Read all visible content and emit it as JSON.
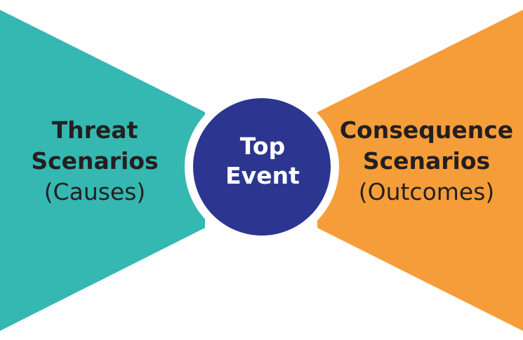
{
  "colors": {
    "threat": "#35b8b1",
    "consequence": "#f59d38",
    "top_event": "#2c3690",
    "text_dark": "#231f20",
    "text_light": "#ffffff"
  },
  "threat": {
    "title_line1": "Threat",
    "title_line2": "Scenarios",
    "subtitle": "(Causes)"
  },
  "top_event": {
    "line1": "Top",
    "line2": "Event"
  },
  "consequence": {
    "title_line1": "Consequence",
    "title_line2": "Scenarios",
    "subtitle": "(Outcomes)"
  }
}
